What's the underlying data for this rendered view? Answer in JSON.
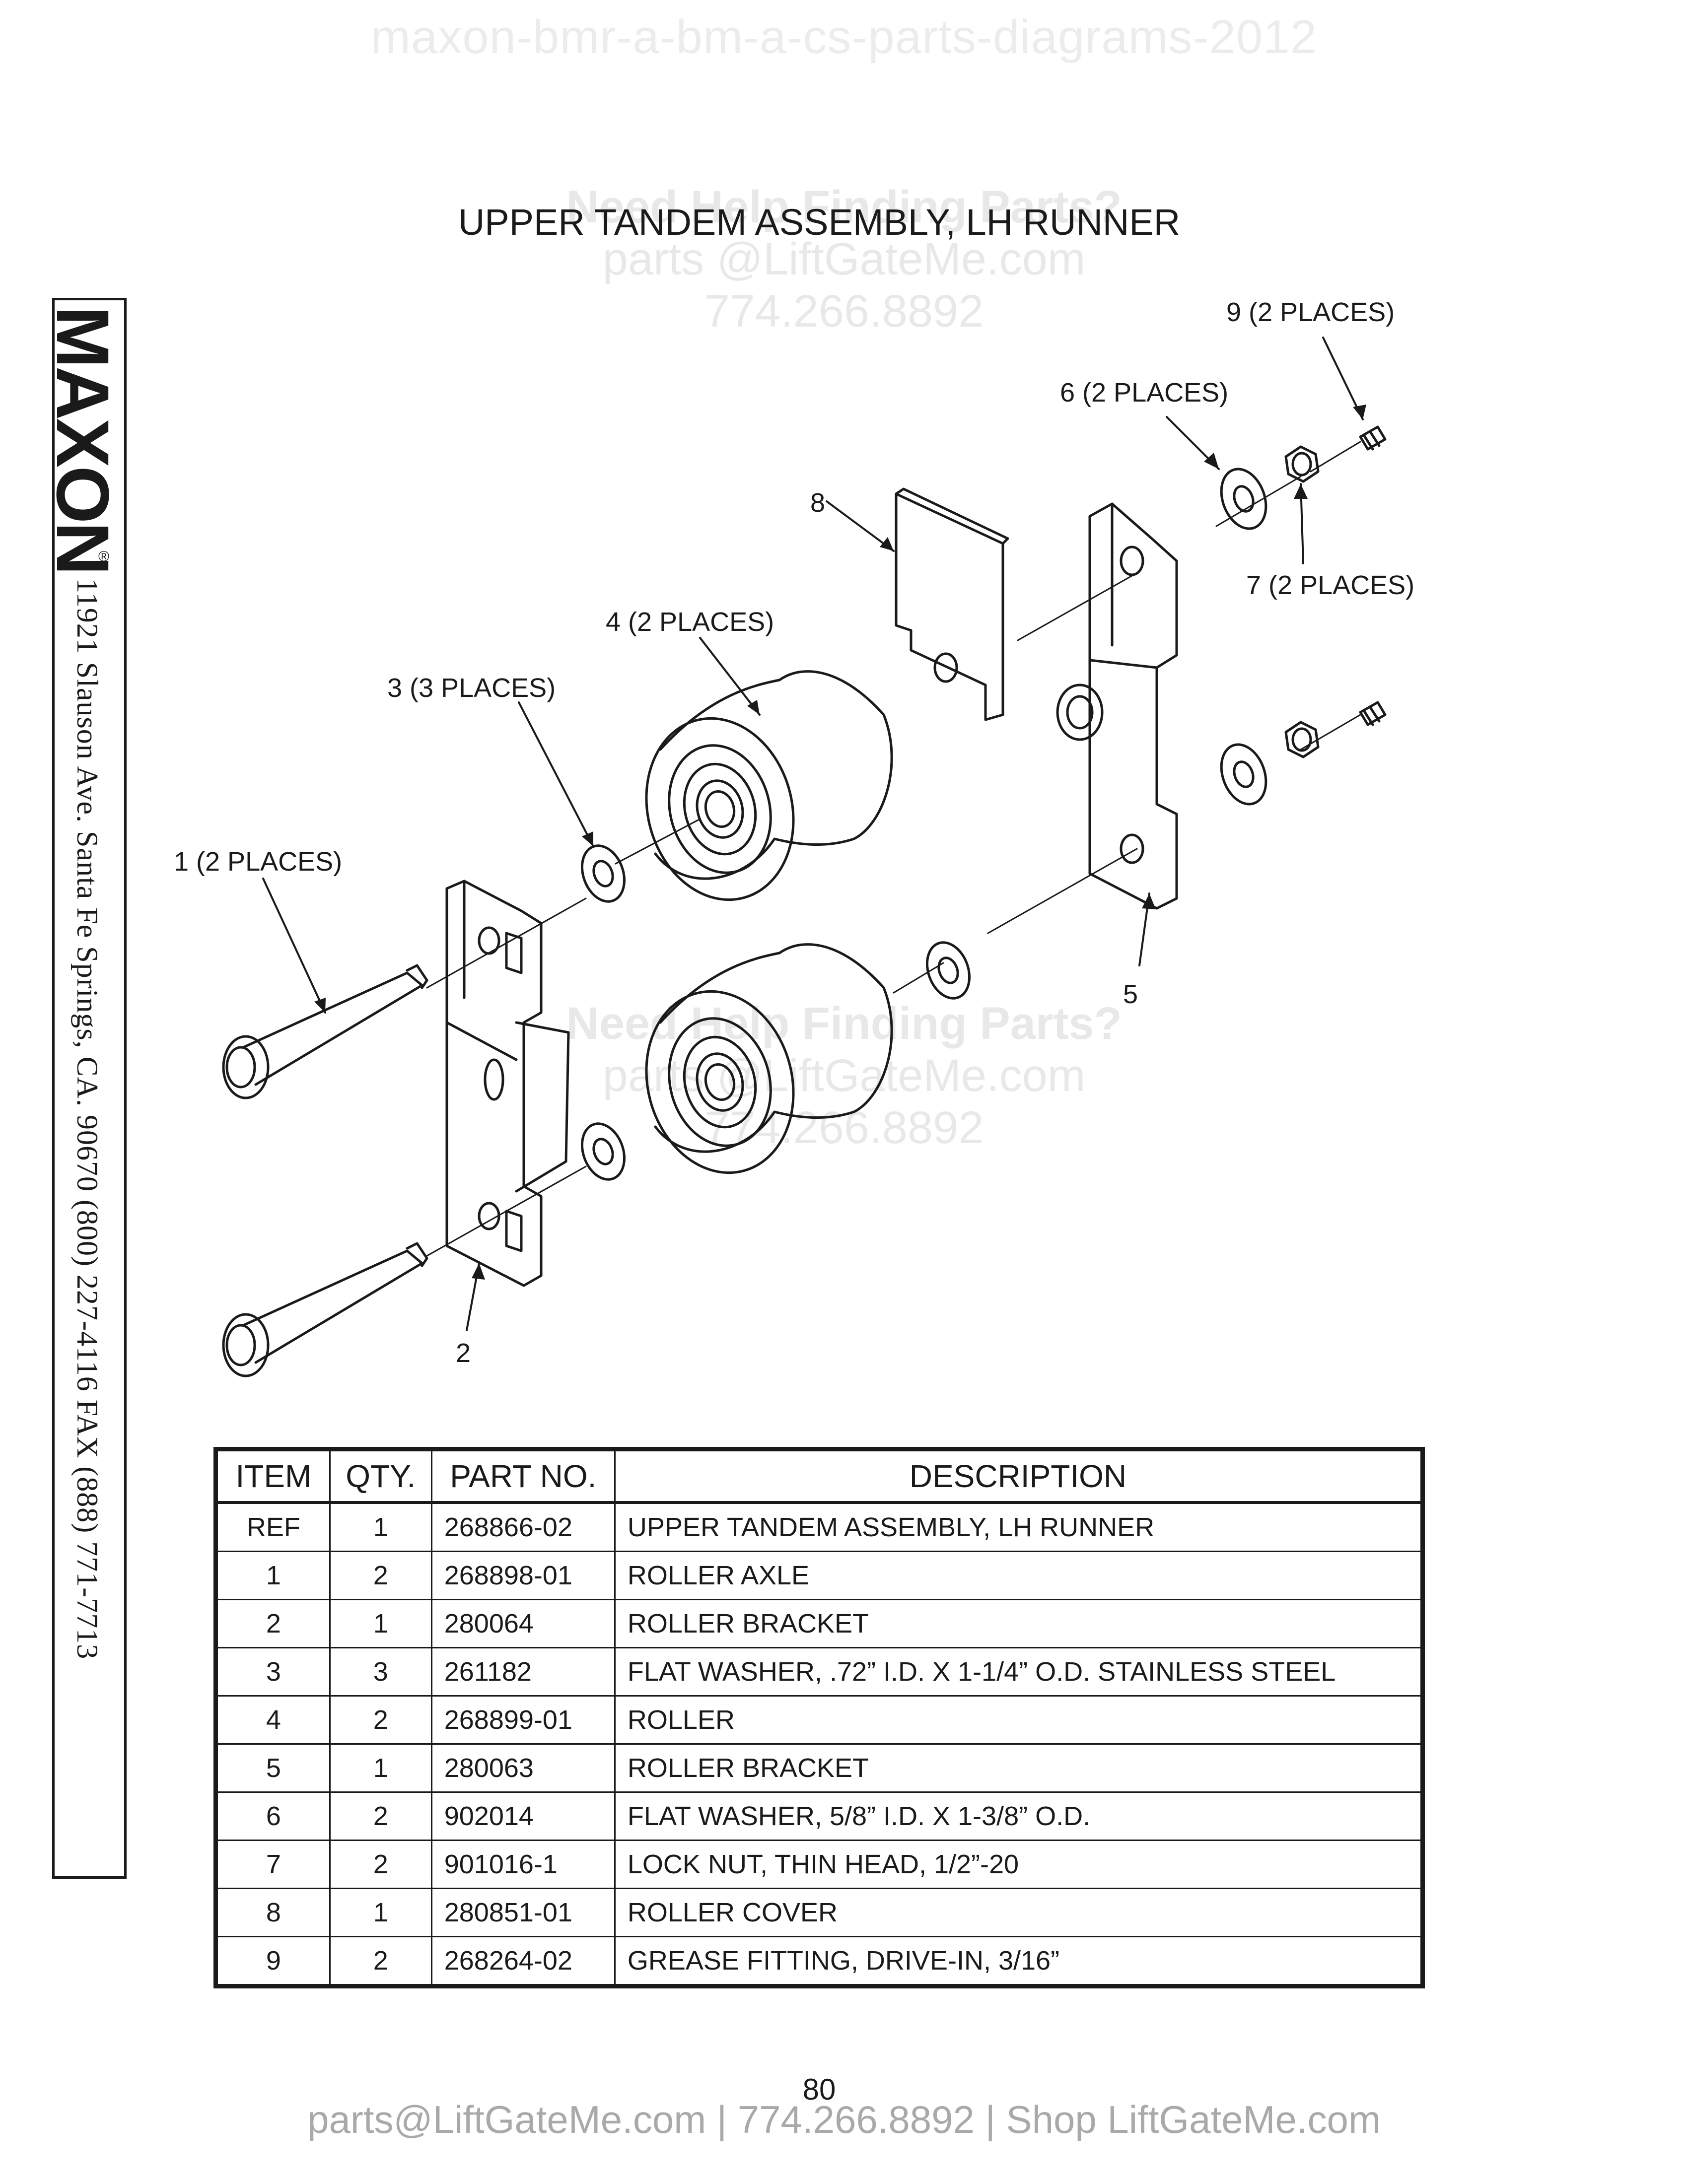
{
  "watermark": {
    "top": "maxon-bmr-a-bm-a-cs-parts-diagrams-2012",
    "help": "Need Help Finding Parts?",
    "email": "parts @LiftGateMe.com",
    "phone": "774.266.8892"
  },
  "title": "UPPER TANDEM ASSEMBLY, LH RUNNER",
  "sidebar": {
    "logo": "MAXON",
    "registered": "®",
    "address": "11921 Slauson Ave.  Santa Fe Springs, CA.  90670  (800) 227-4116  FAX (888) 771-7713"
  },
  "callouts": {
    "c9": "9 (2 PLACES)",
    "c6": "6 (2 PLACES)",
    "c8": "8",
    "c7": "7 (2 PLACES)",
    "c4": "4 (2 PLACES)",
    "c3": "3 (3 PLACES)",
    "c1": "1 (2 PLACES)",
    "c5": "5",
    "c2": "2"
  },
  "table": {
    "headers": [
      "ITEM",
      "QTY.",
      "PART NO.",
      "DESCRIPTION"
    ],
    "rows": [
      [
        "REF",
        "1",
        "268866-02",
        "UPPER TANDEM ASSEMBLY, LH RUNNER"
      ],
      [
        "1",
        "2",
        "268898-01",
        "ROLLER AXLE"
      ],
      [
        "2",
        "1",
        "280064",
        "ROLLER BRACKET"
      ],
      [
        "3",
        "3",
        "261182",
        "FLAT WASHER, .72” I.D. X 1-1/4” O.D. STAINLESS STEEL"
      ],
      [
        "4",
        "2",
        "268899-01",
        "ROLLER"
      ],
      [
        "5",
        "1",
        "280063",
        "ROLLER BRACKET"
      ],
      [
        "6",
        "2",
        "902014",
        "FLAT WASHER, 5/8” I.D. X 1-3/8” O.D."
      ],
      [
        "7",
        "2",
        "901016-1",
        "LOCK NUT, THIN HEAD, 1/2”-20"
      ],
      [
        "8",
        "1",
        "280851-01",
        "ROLLER COVER"
      ],
      [
        "9",
        "2",
        "268264-02",
        "GREASE FITTING, DRIVE-IN, 3/16”"
      ]
    ]
  },
  "page_number": "80",
  "footer": "parts@LiftGateMe.com | 774.266.8892 | Shop LiftGateMe.com"
}
